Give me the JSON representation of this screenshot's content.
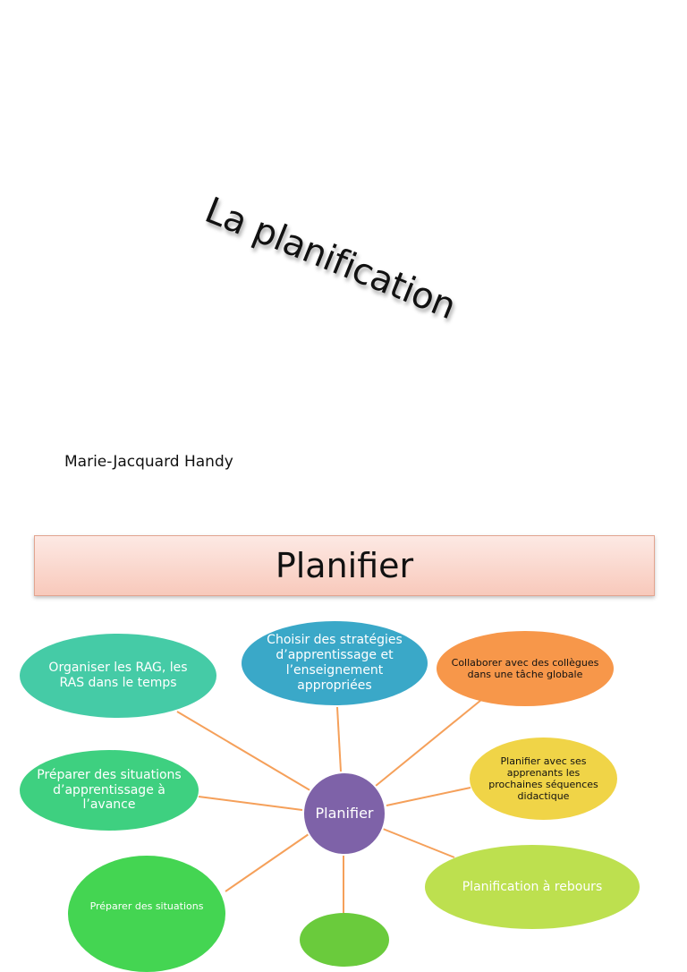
{
  "slide1": {
    "title": "La planification",
    "author": "Marie-Jacquard Handy"
  },
  "slide2": {
    "heading": "Planifier",
    "center": "Planifier",
    "nodes": [
      {
        "label": "Organiser les RAG, les RAS dans le temps",
        "color": "#45cba6"
      },
      {
        "label": "Choisir des stratégies d’apprentissage et l’enseignement appropriées",
        "color": "#3aa8c8"
      },
      {
        "label": "Collaborer avec des collègues dans une tâche globale",
        "color": "#f7974a"
      },
      {
        "label": "Planifier avec ses apprenants les prochaines séquences didactique",
        "color": "#f0d447"
      },
      {
        "label": "Planification à rebours",
        "color": "#bde04f"
      },
      {
        "label": "Préparer des situations d’apprentissage à l’avance",
        "color": "#3ed080"
      },
      {
        "label": "Préparer des situations",
        "color": "#44d552"
      }
    ],
    "connector_color": "#f5a05a"
  }
}
